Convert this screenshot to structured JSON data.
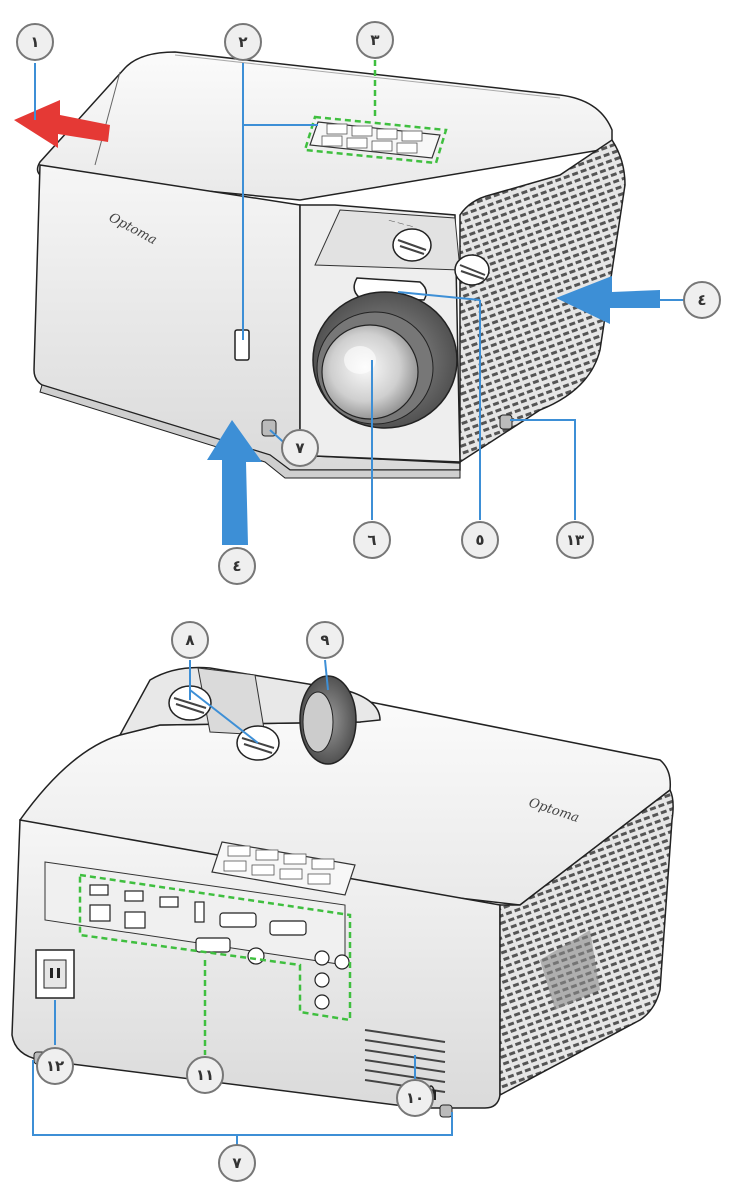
{
  "brand": "Optoma",
  "colors": {
    "exhaust_arrow": "#e53935",
    "intake_arrow": "#3d8fd6",
    "leader": "#3d8fd6",
    "dashed_group": "#3fbf3f",
    "badge_fill": "#efefef",
    "badge_stroke": "#777777",
    "body_fill": "#f3f3f3",
    "body_shade": "#d9d9d9",
    "outline": "#222222"
  },
  "callouts": [
    {
      "id": "c1",
      "label": "١"
    },
    {
      "id": "c2",
      "label": "٢"
    },
    {
      "id": "c3",
      "label": "٣"
    },
    {
      "id": "c4a",
      "label": "٤"
    },
    {
      "id": "c4b",
      "label": "٤"
    },
    {
      "id": "c5",
      "label": "٥"
    },
    {
      "id": "c6",
      "label": "٦"
    },
    {
      "id": "c7a",
      "label": "٧"
    },
    {
      "id": "c7b",
      "label": "٧"
    },
    {
      "id": "c8",
      "label": "٨"
    },
    {
      "id": "c9",
      "label": "٩"
    },
    {
      "id": "c10",
      "label": "١٠"
    },
    {
      "id": "c11",
      "label": "١١"
    },
    {
      "id": "c12",
      "label": "١٢"
    },
    {
      "id": "c13",
      "label": "١٣"
    }
  ],
  "icons": {
    "exhaust": "arrow-left-icon",
    "intake_side": "arrow-left-icon",
    "intake_bottom": "arrow-up-icon",
    "security": "lock-icon"
  }
}
